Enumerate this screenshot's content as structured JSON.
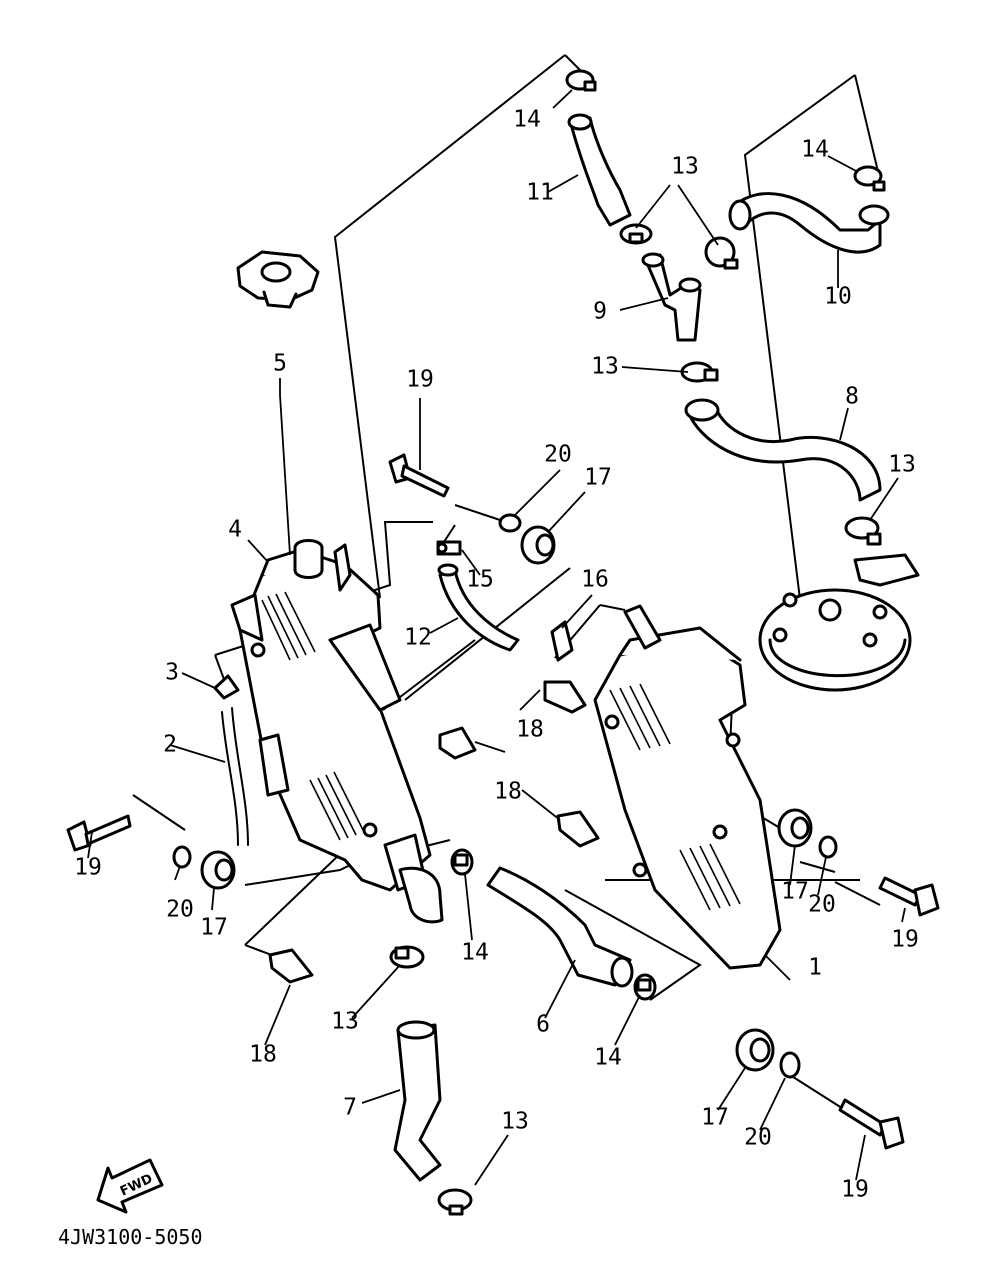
{
  "diagram": {
    "code": "4JW3100-5050",
    "fwd_label": "FWD",
    "callouts": {
      "c1": "1",
      "c2": "2",
      "c3": "3",
      "c4": "4",
      "c5": "5",
      "c6": "6",
      "c7": "7",
      "c8": "8",
      "c9": "9",
      "c10": "10",
      "c11": "11",
      "c12": "12",
      "c13a": "13",
      "c13b": "13",
      "c13c": "13",
      "c13d": "13",
      "c13e": "13",
      "c14a": "14",
      "c14b": "14",
      "c14c": "14",
      "c14d": "14",
      "c15": "15",
      "c16": "16",
      "c17a": "17",
      "c17b": "17",
      "c17c": "17",
      "c17d": "17",
      "c18a": "18",
      "c18b": "18",
      "c18c": "18",
      "c19a": "19",
      "c19b": "19",
      "c19c": "19",
      "c19d": "19",
      "c20a": "20",
      "c20b": "20",
      "c20c": "20",
      "c20d": "20"
    }
  }
}
